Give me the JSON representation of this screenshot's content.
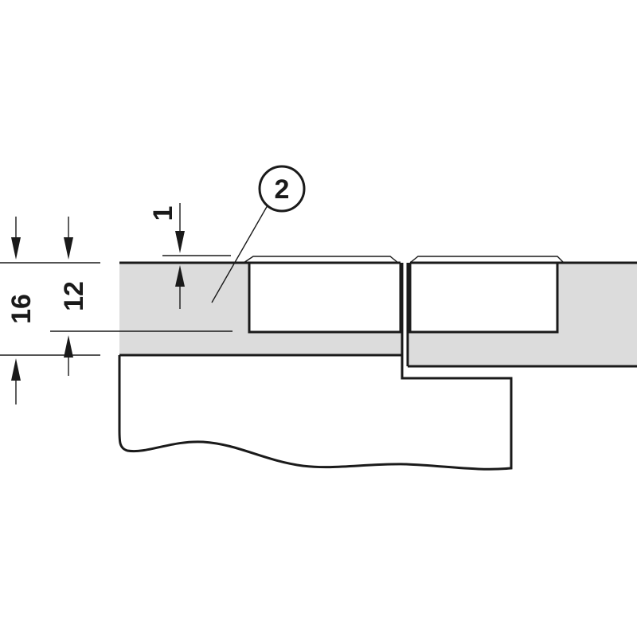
{
  "diagram": {
    "callout": {
      "label": "2"
    },
    "dimensions": {
      "panel_thickness": {
        "label": "16"
      },
      "drilling_depth": {
        "label": "12"
      },
      "rebate_depth": {
        "label": "1"
      }
    },
    "colors": {
      "line": "#1a1a1a",
      "panel_fill": "#dcdcdc",
      "background": "#ffffff"
    }
  }
}
